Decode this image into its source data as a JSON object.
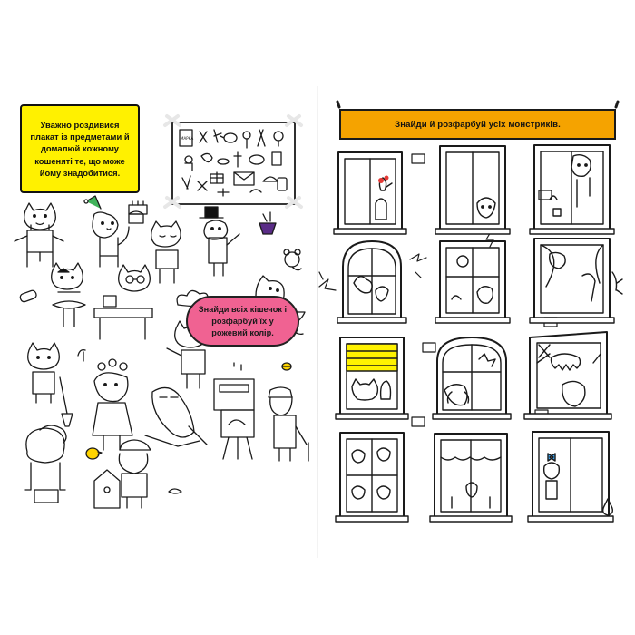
{
  "left_page": {
    "intro_text": "Уважно роздивися плакат із предметами й домалюй кожному кошеняті те, що може йому знадобитися.",
    "find_cats_text": "Знайди всіх кішечок і розфарбуй їх у рожевий колір.",
    "poster_label": "МАРКА"
  },
  "right_page": {
    "banner_text": "Знайди й розфарбуй усіх монстриків."
  },
  "colors": {
    "intro_fill": "#fff100",
    "find_cats_fill": "#f06292",
    "banner_fill": "#f5a300",
    "shutter_fill": "#fff200",
    "chick_fill": "#ffd400",
    "bow_fill": "#3fa9f5",
    "party_hat_fill": "#40b35a"
  }
}
